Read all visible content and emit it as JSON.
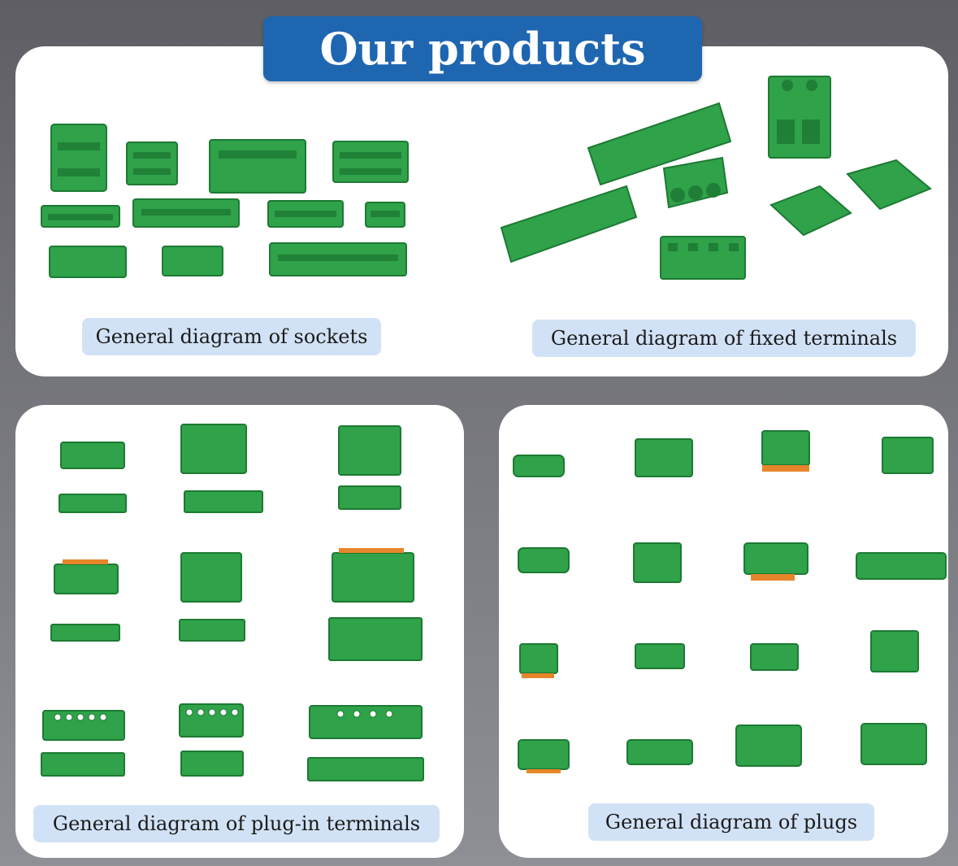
{
  "header": {
    "title": "Our products"
  },
  "sections": {
    "sockets": {
      "caption": "General diagram of sockets"
    },
    "fixed_terminals": {
      "caption": "General diagram of fixed terminals"
    },
    "plug_in_terminals": {
      "caption": "General diagram of plug-in terminals"
    },
    "plugs": {
      "caption": "General diagram of plugs"
    }
  },
  "colors": {
    "terminal_green": "#2fa24a",
    "terminal_dark": "#1d7a33",
    "banner_blue": "#1f66b1",
    "caption_bg": "#d2e2f6",
    "latch_orange": "#e7852a"
  }
}
